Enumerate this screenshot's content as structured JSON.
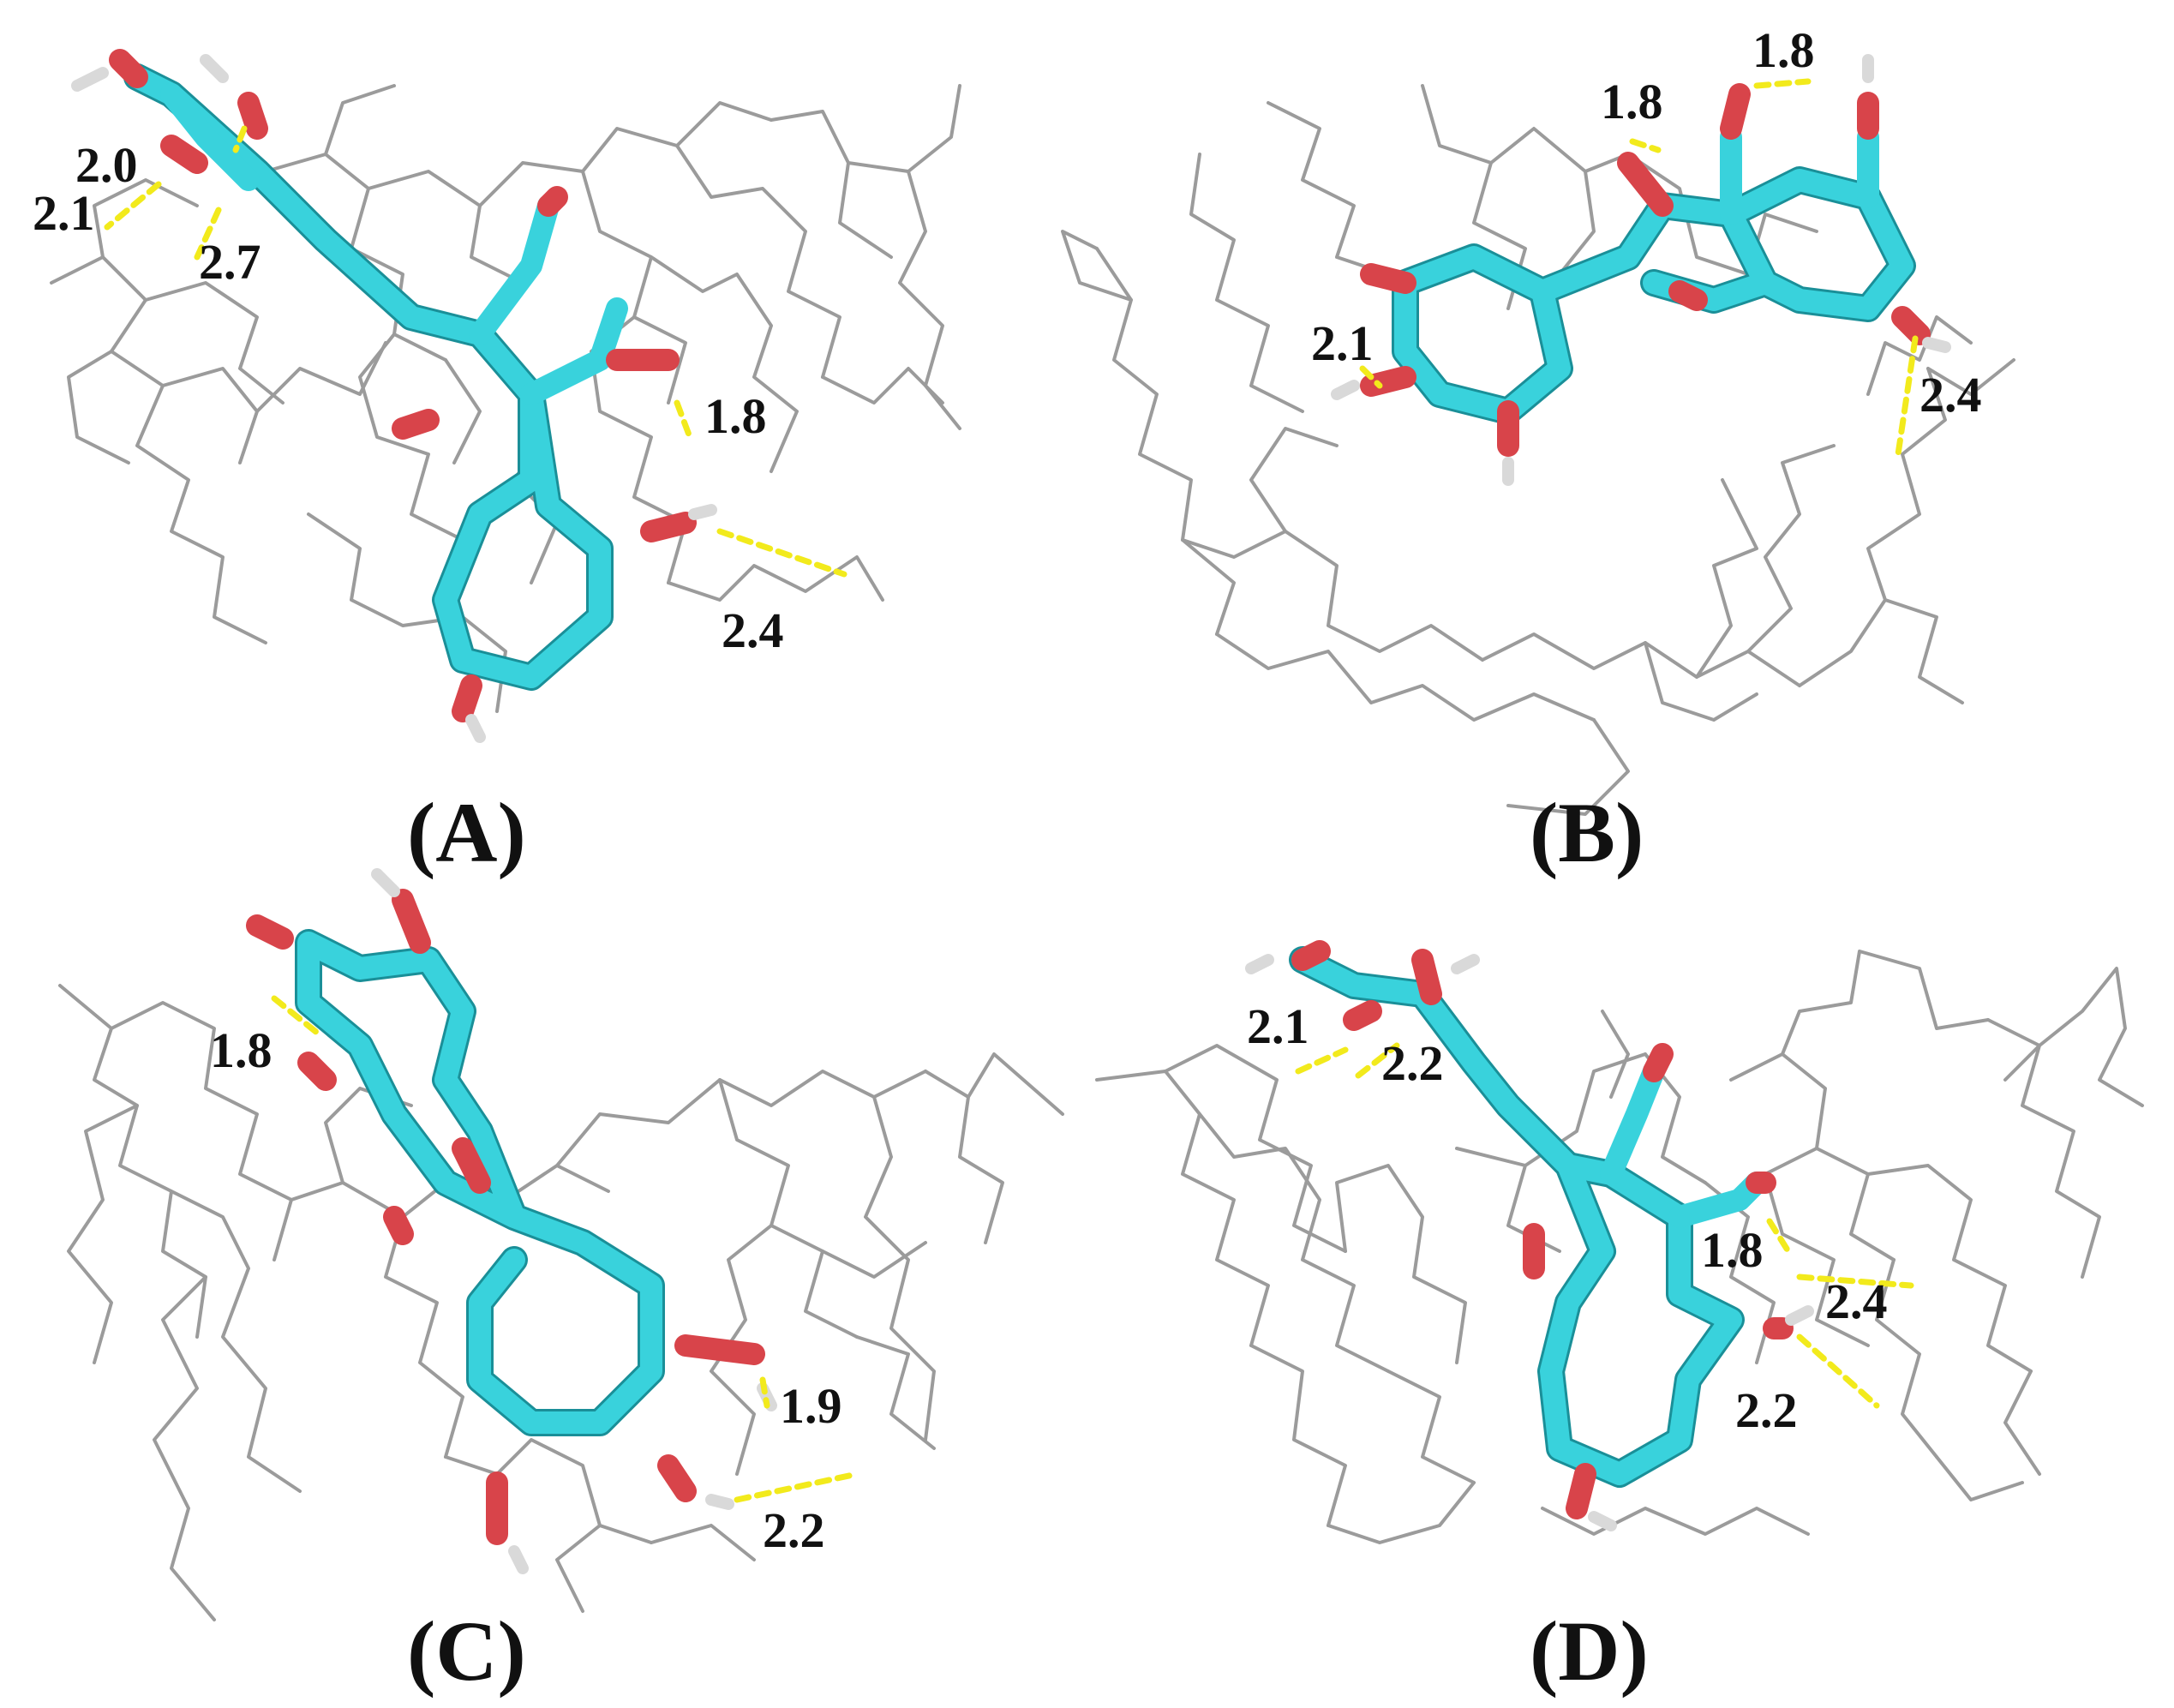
{
  "panels": [
    {
      "label": "(A)",
      "distances": [
        "2.0",
        "2.1",
        "2.7",
        "1.8",
        "2.4"
      ]
    },
    {
      "label": "(B)",
      "distances": [
        "1.8",
        "1.8",
        "2.1",
        "2.4"
      ]
    },
    {
      "label": "(C)",
      "distances": [
        "1.8",
        "1.9",
        "2.2"
      ]
    },
    {
      "label": "(D)",
      "distances": [
        "2.1",
        "2.2",
        "1.8",
        "2.4",
        "2.2"
      ]
    }
  ],
  "colors": {
    "carbon": "#39d2dc",
    "oxygen": "#d8444a",
    "hydrogen": "#d9d9d9",
    "host": "#9b9b9b",
    "hbond": "#f2ea1c"
  }
}
